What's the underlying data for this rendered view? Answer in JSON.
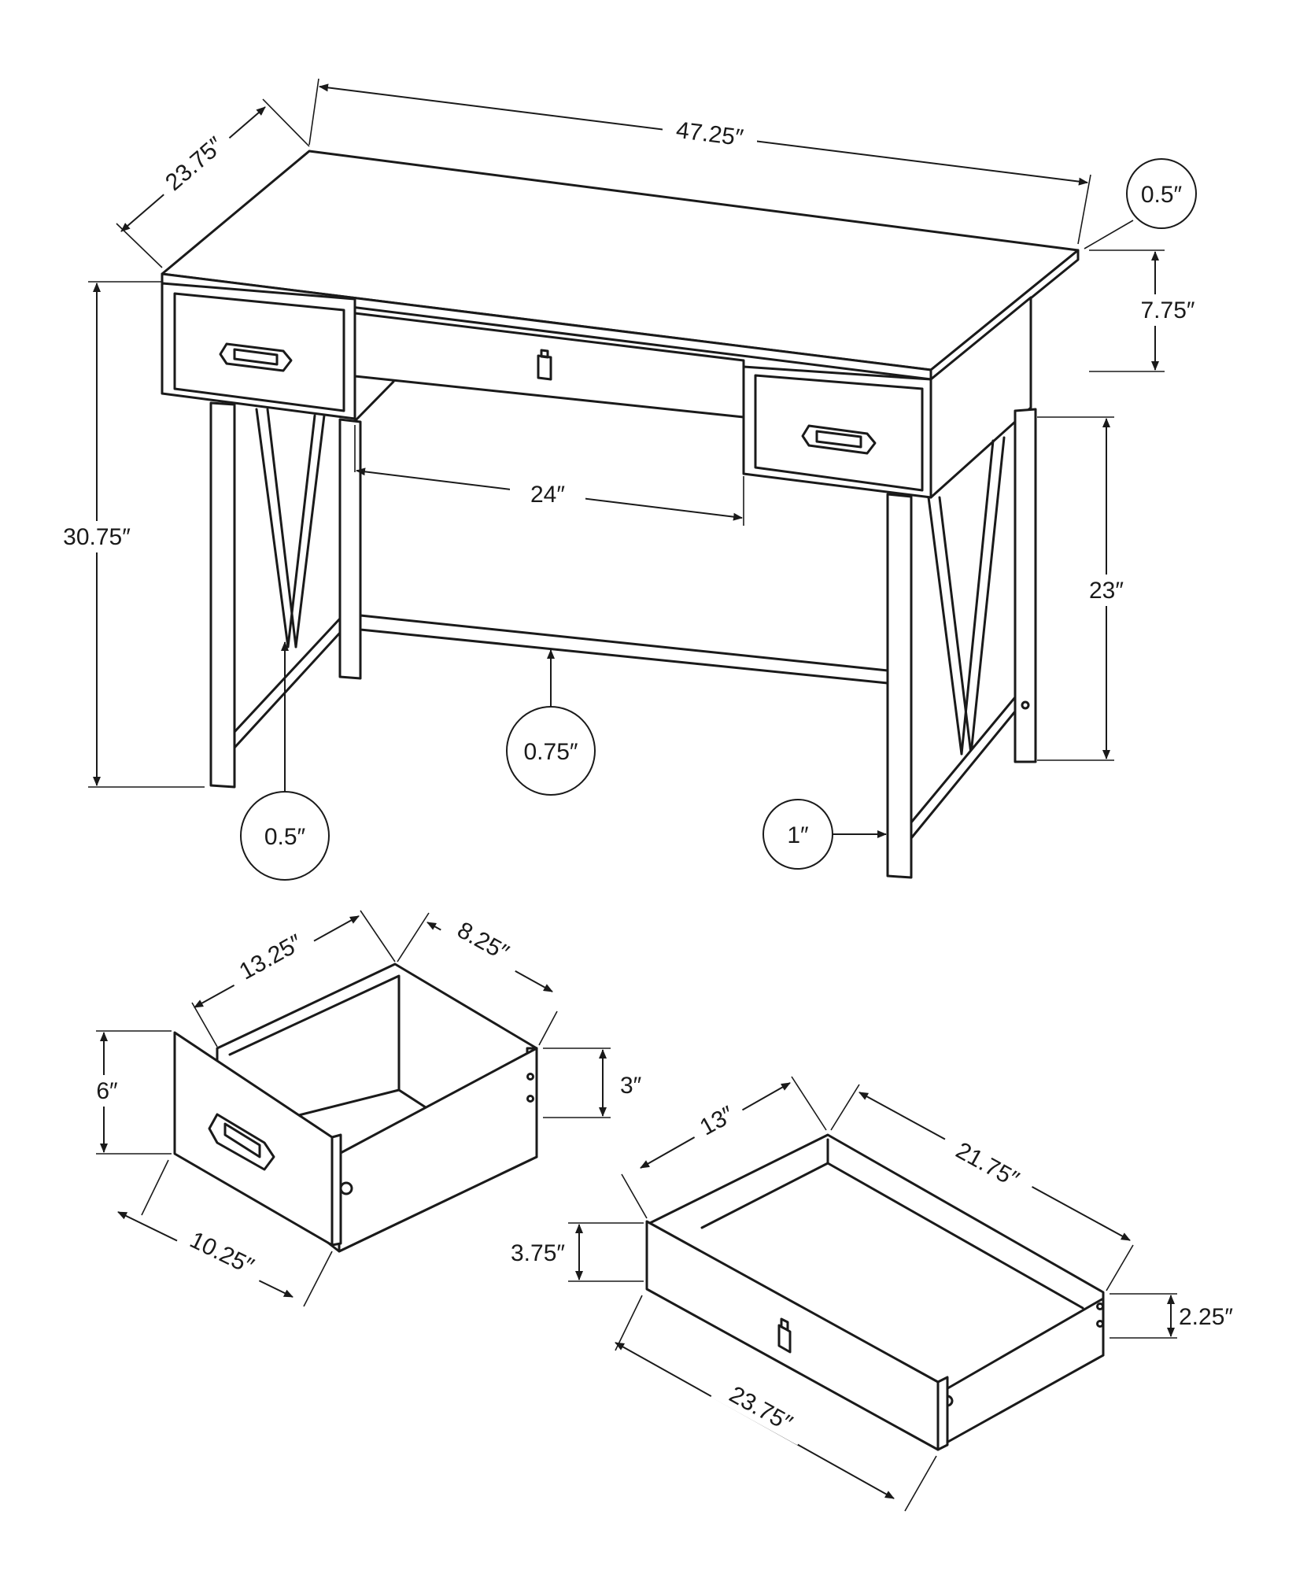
{
  "dimensions": {
    "desk": {
      "width": "47.25″",
      "depth": "23.75″",
      "height": "30.75″",
      "top_thickness": "0.5″",
      "apron_height": "7.75″",
      "knee_width": "24″",
      "leg_clearance": "23″",
      "stretcher": "0.75″",
      "brace": "0.5″",
      "leg": "1″"
    },
    "side_drawer": {
      "interior_width": "13.25″",
      "depth": "8.25″",
      "front_height": "6″",
      "box_height": "3″",
      "front_width": "10.25″"
    },
    "center_drawer": {
      "interior_width": "13″",
      "depth": "21.75″",
      "front_height": "3.75″",
      "box_height": "2.25″",
      "front_width": "23.75″"
    }
  }
}
